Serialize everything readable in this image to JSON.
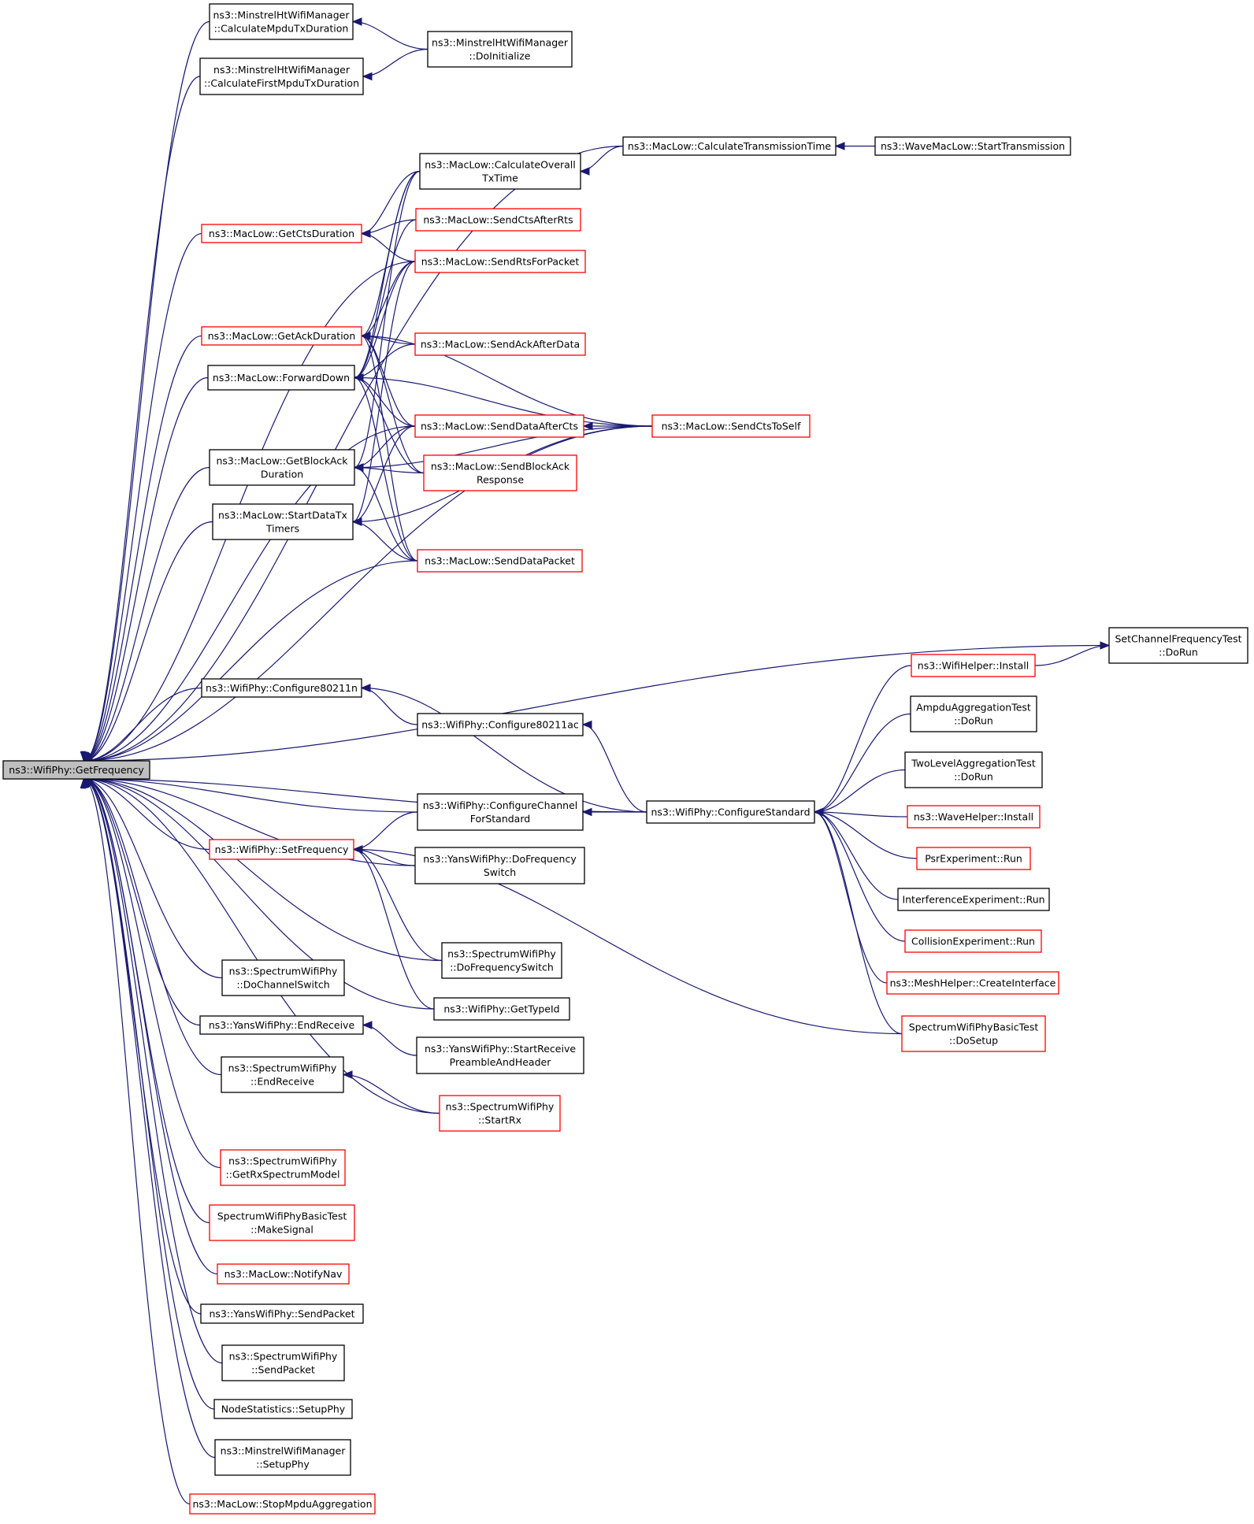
{
  "root": "getfrequency",
  "colors": {
    "edge": "#191970",
    "red_border": "#ff0000",
    "black_border": "#000000",
    "root_fill": "#bfbfbf"
  },
  "nodes": [
    {
      "id": "getfrequency",
      "lines": [
        "ns3::WifiPhy::GetFrequency"
      ],
      "style": "root"
    },
    {
      "id": "mhtcalcmpdu",
      "lines": [
        "ns3::MinstrelHtWifiManager",
        "::CalculateMpduTxDuration"
      ],
      "style": "black"
    },
    {
      "id": "mhtcalcfirst",
      "lines": [
        "ns3::MinstrelHtWifiManager",
        "::CalculateFirstMpduTxDuration"
      ],
      "style": "black"
    },
    {
      "id": "mhtdoinit",
      "lines": [
        "ns3::MinstrelHtWifiManager",
        "::DoInitialize"
      ],
      "style": "black"
    },
    {
      "id": "calctxtime",
      "lines": [
        "ns3::MacLow::CalculateOverall",
        "TxTime"
      ],
      "style": "black"
    },
    {
      "id": "calctrans",
      "lines": [
        "ns3::MacLow::CalculateTransmissionTime"
      ],
      "style": "black"
    },
    {
      "id": "wavestart",
      "lines": [
        "ns3::WaveMacLow::StartTransmission"
      ],
      "style": "black"
    },
    {
      "id": "getcts",
      "lines": [
        "ns3::MacLow::GetCtsDuration"
      ],
      "style": "red"
    },
    {
      "id": "sendctsafterrts",
      "lines": [
        "ns3::MacLow::SendCtsAfterRts"
      ],
      "style": "red"
    },
    {
      "id": "sendrts",
      "lines": [
        "ns3::MacLow::SendRtsForPacket"
      ],
      "style": "red"
    },
    {
      "id": "getack",
      "lines": [
        "ns3::MacLow::GetAckDuration"
      ],
      "style": "red"
    },
    {
      "id": "sendackafterdata",
      "lines": [
        "ns3::MacLow::SendAckAfterData"
      ],
      "style": "red"
    },
    {
      "id": "forwarddown",
      "lines": [
        "ns3::MacLow::ForwardDown"
      ],
      "style": "black"
    },
    {
      "id": "senddataaftercts",
      "lines": [
        "ns3::MacLow::SendDataAfterCts"
      ],
      "style": "red"
    },
    {
      "id": "sendctstoself",
      "lines": [
        "ns3::MacLow::SendCtsToSelf"
      ],
      "style": "red"
    },
    {
      "id": "getblockack",
      "lines": [
        "ns3::MacLow::GetBlockAck",
        "Duration"
      ],
      "style": "black"
    },
    {
      "id": "sendblockack",
      "lines": [
        "ns3::MacLow::SendBlockAck",
        "Response"
      ],
      "style": "red"
    },
    {
      "id": "startdatatx",
      "lines": [
        "ns3::MacLow::StartDataTx",
        "Timers"
      ],
      "style": "black"
    },
    {
      "id": "senddatapacket",
      "lines": [
        "ns3::MacLow::SendDataPacket"
      ],
      "style": "red"
    },
    {
      "id": "setchanfreq",
      "lines": [
        "SetChannelFrequencyTest",
        "::DoRun"
      ],
      "style": "black"
    },
    {
      "id": "cfg11n",
      "lines": [
        "ns3::WifiPhy::Configure80211n"
      ],
      "style": "black"
    },
    {
      "id": "cfg11ac",
      "lines": [
        "ns3::WifiPhy::Configure80211ac"
      ],
      "style": "black"
    },
    {
      "id": "wifihelper",
      "lines": [
        "ns3::WifiHelper::Install"
      ],
      "style": "red"
    },
    {
      "id": "ampdu",
      "lines": [
        "AmpduAggregationTest",
        "::DoRun"
      ],
      "style": "black"
    },
    {
      "id": "twolevel",
      "lines": [
        "TwoLevelAggregationTest",
        "::DoRun"
      ],
      "style": "black"
    },
    {
      "id": "cfgstandard",
      "lines": [
        "ns3::WifiPhy::ConfigureStandard"
      ],
      "style": "black"
    },
    {
      "id": "cfgchannel",
      "lines": [
        "ns3::WifiPhy::ConfigureChannel",
        "ForStandard"
      ],
      "style": "black"
    },
    {
      "id": "wavehelper",
      "lines": [
        "ns3::WaveHelper::Install"
      ],
      "style": "red"
    },
    {
      "id": "psr",
      "lines": [
        "PsrExperiment::Run"
      ],
      "style": "red"
    },
    {
      "id": "setfreq",
      "lines": [
        "ns3::WifiPhy::SetFrequency"
      ],
      "style": "red"
    },
    {
      "id": "yansdofreq",
      "lines": [
        "ns3::YansWifiPhy::DoFrequency",
        "Switch"
      ],
      "style": "black"
    },
    {
      "id": "interference",
      "lines": [
        "InterferenceExperiment::Run"
      ],
      "style": "black"
    },
    {
      "id": "collision",
      "lines": [
        "CollisionExperiment::Run"
      ],
      "style": "red"
    },
    {
      "id": "specdofreq",
      "lines": [
        "ns3::SpectrumWifiPhy",
        "::DoFrequencySwitch"
      ],
      "style": "black"
    },
    {
      "id": "meshhelper",
      "lines": [
        "ns3::MeshHelper::CreateInterface"
      ],
      "style": "red"
    },
    {
      "id": "specdochan",
      "lines": [
        "ns3::SpectrumWifiPhy",
        "::DoChannelSwitch"
      ],
      "style": "black"
    },
    {
      "id": "gettypeid",
      "lines": [
        "ns3::WifiPhy::GetTypeId"
      ],
      "style": "black"
    },
    {
      "id": "specbasicsetup",
      "lines": [
        "SpectrumWifiPhyBasicTest",
        "::DoSetup"
      ],
      "style": "red"
    },
    {
      "id": "yansendrecv",
      "lines": [
        "ns3::YansWifiPhy::EndReceive"
      ],
      "style": "black"
    },
    {
      "id": "yansstartrecv",
      "lines": [
        "ns3::YansWifiPhy::StartReceive",
        "PreambleAndHeader"
      ],
      "style": "black"
    },
    {
      "id": "specendrecv",
      "lines": [
        "ns3::SpectrumWifiPhy",
        "::EndReceive"
      ],
      "style": "black"
    },
    {
      "id": "specstartrx",
      "lines": [
        "ns3::SpectrumWifiPhy",
        "::StartRx"
      ],
      "style": "red"
    },
    {
      "id": "specgetrx",
      "lines": [
        "ns3::SpectrumWifiPhy",
        "::GetRxSpectrumModel"
      ],
      "style": "red"
    },
    {
      "id": "specmakesignal",
      "lines": [
        "SpectrumWifiPhyBasicTest",
        "::MakeSignal"
      ],
      "style": "red"
    },
    {
      "id": "notifynav",
      "lines": [
        "ns3::MacLow::NotifyNav"
      ],
      "style": "red"
    },
    {
      "id": "yanssendpkt",
      "lines": [
        "ns3::YansWifiPhy::SendPacket"
      ],
      "style": "black"
    },
    {
      "id": "specsendpkt",
      "lines": [
        "ns3::SpectrumWifiPhy",
        "::SendPacket"
      ],
      "style": "black"
    },
    {
      "id": "nodestats",
      "lines": [
        "NodeStatistics::SetupPhy"
      ],
      "style": "black"
    },
    {
      "id": "minstrelsetup",
      "lines": [
        "ns3::MinstrelWifiManager",
        "::SetupPhy"
      ],
      "style": "black"
    },
    {
      "id": "stopmpdu",
      "lines": [
        "ns3::MacLow::StopMpduAggregation"
      ],
      "style": "red"
    }
  ],
  "edges": [
    [
      "mhtcalcmpdu",
      "getfrequency"
    ],
    [
      "mhtcalcfirst",
      "getfrequency"
    ],
    [
      "calctrans",
      "getfrequency"
    ],
    [
      "getcts",
      "getfrequency"
    ],
    [
      "sendrts",
      "getfrequency"
    ],
    [
      "getack",
      "getfrequency"
    ],
    [
      "forwarddown",
      "getfrequency"
    ],
    [
      "senddataaftercts",
      "getfrequency"
    ],
    [
      "getblockack",
      "getfrequency"
    ],
    [
      "startdatatx",
      "getfrequency"
    ],
    [
      "senddatapacket",
      "getfrequency"
    ],
    [
      "sendctstoself",
      "getfrequency"
    ],
    [
      "setchanfreq",
      "getfrequency"
    ],
    [
      "cfg11n",
      "getfrequency"
    ],
    [
      "cfgstandard",
      "getfrequency"
    ],
    [
      "cfgchannel",
      "getfrequency"
    ],
    [
      "setfreq",
      "getfrequency"
    ],
    [
      "yansdofreq",
      "getfrequency"
    ],
    [
      "specdofreq",
      "getfrequency"
    ],
    [
      "gettypeid",
      "getfrequency"
    ],
    [
      "specdochan",
      "getfrequency"
    ],
    [
      "yansendrecv",
      "getfrequency"
    ],
    [
      "specendrecv",
      "getfrequency"
    ],
    [
      "specstartrx",
      "getfrequency"
    ],
    [
      "specgetrx",
      "getfrequency"
    ],
    [
      "specmakesignal",
      "getfrequency"
    ],
    [
      "notifynav",
      "getfrequency"
    ],
    [
      "yanssendpkt",
      "getfrequency"
    ],
    [
      "specsendpkt",
      "getfrequency"
    ],
    [
      "nodestats",
      "getfrequency"
    ],
    [
      "minstrelsetup",
      "getfrequency"
    ],
    [
      "stopmpdu",
      "getfrequency"
    ],
    [
      "mhtdoinit",
      "mhtcalcmpdu"
    ],
    [
      "mhtdoinit",
      "mhtcalcfirst"
    ],
    [
      "calctrans",
      "calctxtime"
    ],
    [
      "wavestart",
      "calctrans"
    ],
    [
      "calctxtime",
      "getcts"
    ],
    [
      "sendctsafterrts",
      "getcts"
    ],
    [
      "sendrts",
      "getcts"
    ],
    [
      "calctxtime",
      "getack"
    ],
    [
      "sendrts",
      "getack"
    ],
    [
      "sendackafterdata",
      "getack"
    ],
    [
      "senddataaftercts",
      "getack"
    ],
    [
      "sendctstoself",
      "getack"
    ],
    [
      "sendblockack",
      "getack"
    ],
    [
      "senddatapacket",
      "getack"
    ],
    [
      "calctxtime",
      "forwarddown"
    ],
    [
      "sendctsafterrts",
      "forwarddown"
    ],
    [
      "sendrts",
      "forwarddown"
    ],
    [
      "sendackafterdata",
      "forwarddown"
    ],
    [
      "senddataaftercts",
      "forwarddown"
    ],
    [
      "sendctstoself",
      "forwarddown"
    ],
    [
      "sendblockack",
      "forwarddown"
    ],
    [
      "senddatapacket",
      "forwarddown"
    ],
    [
      "sendctstoself",
      "senddataaftercts"
    ],
    [
      "calctxtime",
      "getblockack"
    ],
    [
      "senddataaftercts",
      "getblockack"
    ],
    [
      "sendblockack",
      "getblockack"
    ],
    [
      "senddatapacket",
      "getblockack"
    ],
    [
      "sendctstoself",
      "getblockack"
    ],
    [
      "sendrts",
      "startdatatx"
    ],
    [
      "senddataaftercts",
      "startdatatx"
    ],
    [
      "sendctstoself",
      "startdatatx"
    ],
    [
      "senddatapacket",
      "startdatatx"
    ],
    [
      "wifihelper",
      "setchanfreq"
    ],
    [
      "cfgstandard",
      "cfg11n"
    ],
    [
      "cfg11ac",
      "cfg11n"
    ],
    [
      "cfgstandard",
      "cfg11ac"
    ],
    [
      "wifihelper",
      "cfgstandard"
    ],
    [
      "ampdu",
      "cfgstandard"
    ],
    [
      "twolevel",
      "cfgstandard"
    ],
    [
      "wavehelper",
      "cfgstandard"
    ],
    [
      "psr",
      "cfgstandard"
    ],
    [
      "interference",
      "cfgstandard"
    ],
    [
      "collision",
      "cfgstandard"
    ],
    [
      "meshhelper",
      "cfgstandard"
    ],
    [
      "specbasicsetup",
      "cfgstandard"
    ],
    [
      "cfgstandard",
      "cfgchannel"
    ],
    [
      "cfgchannel",
      "setfreq"
    ],
    [
      "yansdofreq",
      "setfreq"
    ],
    [
      "specdofreq",
      "setfreq"
    ],
    [
      "gettypeid",
      "setfreq"
    ],
    [
      "specbasicsetup",
      "setfreq"
    ],
    [
      "yansstartrecv",
      "yansendrecv"
    ],
    [
      "specstartrx",
      "specendrecv"
    ]
  ]
}
